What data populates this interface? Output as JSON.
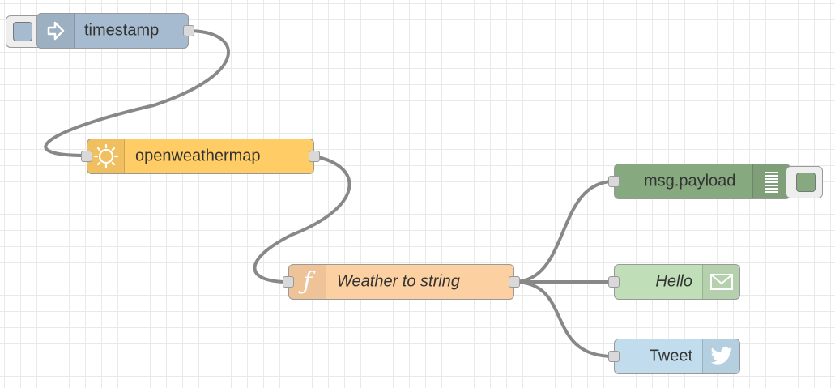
{
  "flow": {
    "nodes": {
      "timestamp": {
        "label": "timestamp",
        "icon": "inject-arrow-icon",
        "color": "#a6bbcf"
      },
      "openweathermap": {
        "label": "openweathermap",
        "icon": "sun-icon",
        "color": "#ffcc66"
      },
      "weather_to_string": {
        "label": "Weather to string",
        "icon": "function-icon",
        "color": "#fdd0a2"
      },
      "msg_payload": {
        "label": "msg.payload",
        "icon": "debug-list-icon",
        "color": "#87a980"
      },
      "hello": {
        "label": "Hello",
        "icon": "envelope-icon",
        "color": "#c0deb7"
      },
      "tweet": {
        "label": "Tweet",
        "icon": "twitter-bird-icon",
        "color": "#c0dced"
      }
    },
    "grid_color": "#e9e9e9",
    "wire_color": "#888888"
  }
}
